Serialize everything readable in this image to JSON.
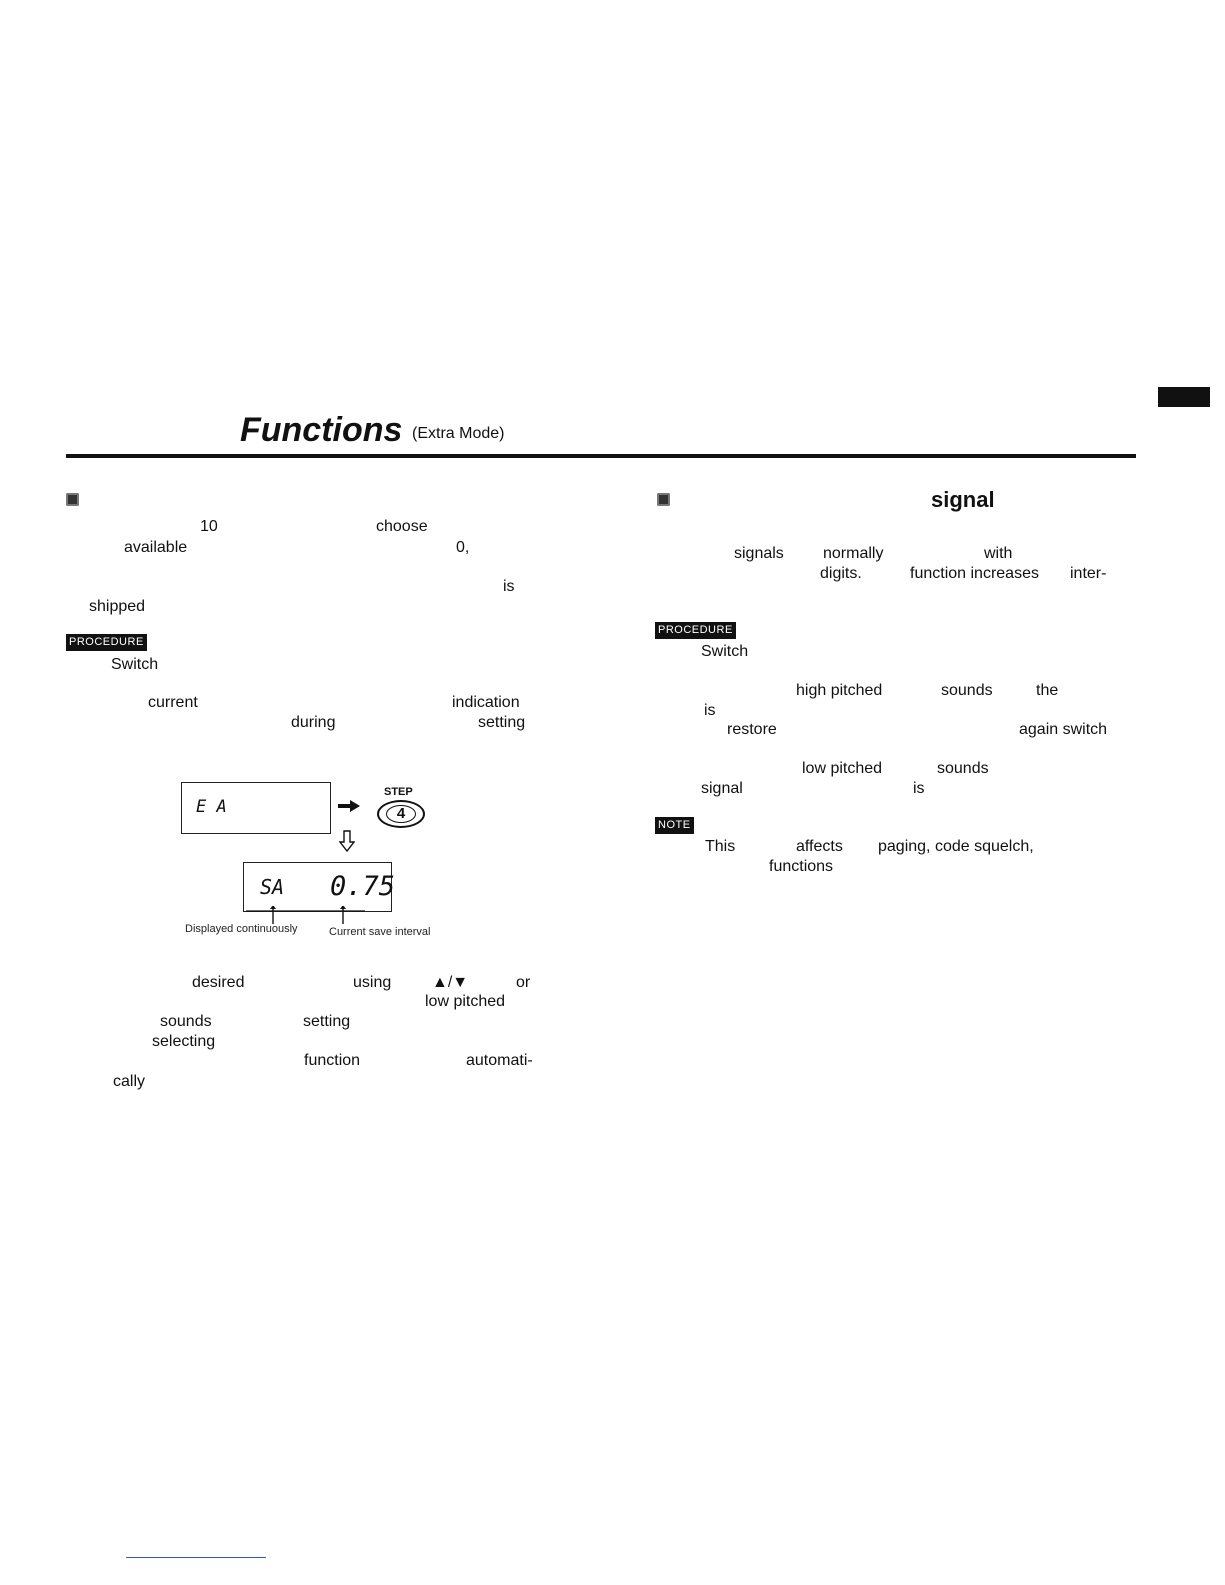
{
  "header": {
    "title": "Functions",
    "subtitle": "(Extra  Mode)"
  },
  "left": {
    "words": {
      "w1": "10",
      "w2": "choose",
      "w3": "available",
      "w4": "0,",
      "w5": "is",
      "w6": "shipped"
    },
    "procedure_badge": "PROCEDURE",
    "procedure_words": {
      "w1": "Switch",
      "w2": "current",
      "w3": "indication",
      "w4": "during",
      "w5": "setting"
    },
    "diagram": {
      "lcd1_text": "E A",
      "lcd2_left": "SA",
      "lcd2_right": "0.75",
      "step_label": "STEP",
      "step_key": "4",
      "caption_left": "Displayed continuously",
      "caption_right": "Current save interval"
    },
    "after_words": {
      "w1": "desired",
      "w2": "using",
      "w3": "▲/▼",
      "w4": "or",
      "w5": "low pitched",
      "w6": "sounds",
      "w7": "setting",
      "w8": "selecting",
      "w9": "function",
      "w10": "automati-",
      "w11": "cally"
    }
  },
  "right": {
    "heading": "signal",
    "words": {
      "w1": "signals",
      "w2": "normally",
      "w3": "with",
      "w4": "digits.",
      "w5": "function increases",
      "w6": "inter-"
    },
    "procedure_badge": "PROCEDURE",
    "procedure_words": {
      "w1": "Switch",
      "w2": "high pitched",
      "w3": "sounds",
      "w4": "the",
      "w5": "is",
      "w6": "restore",
      "w7": "again switch",
      "w8": "low pitched",
      "w9": "sounds",
      "w10": "signal",
      "w11": "is"
    },
    "note_badge": "NOTE",
    "note_words": {
      "w1": "This",
      "w2": "affects",
      "w3": "paging, code squelch,",
      "w4": "functions"
    }
  }
}
